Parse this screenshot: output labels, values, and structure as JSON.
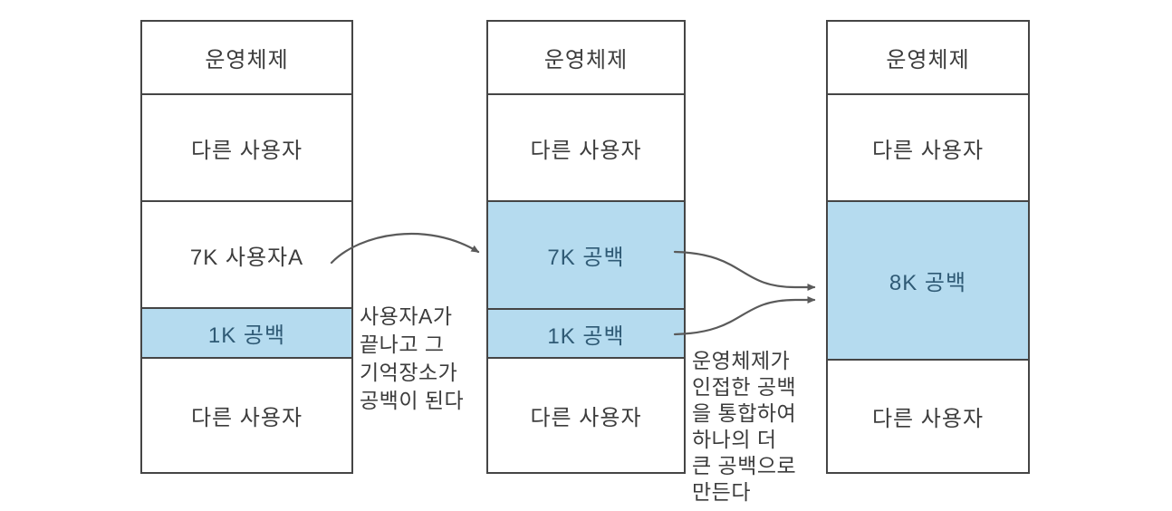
{
  "colors": {
    "background_color": "#ffffff",
    "border_color": "#454545",
    "text_color": "#3c3c3c",
    "free_fill_color": "#b5dbef",
    "free_text_color": "#2f5a75",
    "arrow_color": "#5a5a5a"
  },
  "columns": [
    {
      "name": "memory-map-before",
      "sections": [
        {
          "label": "운영체제",
          "type": "os"
        },
        {
          "label": "다른 사용자",
          "type": "user"
        },
        {
          "label": "7K 사용자A",
          "type": "user"
        },
        {
          "label": "1K 공백",
          "type": "free"
        },
        {
          "label": "다른 사용자",
          "type": "user"
        }
      ]
    },
    {
      "name": "memory-map-after-release",
      "sections": [
        {
          "label": "운영체제",
          "type": "os"
        },
        {
          "label": "다른 사용자",
          "type": "user"
        },
        {
          "label": "7K 공백",
          "type": "free"
        },
        {
          "label": "1K 공백",
          "type": "free"
        },
        {
          "label": "다른 사용자",
          "type": "user"
        }
      ]
    },
    {
      "name": "memory-map-after-merge",
      "sections": [
        {
          "label": "운영체제",
          "type": "os"
        },
        {
          "label": "다른 사용자",
          "type": "user"
        },
        {
          "label": "8K 공백",
          "type": "free"
        },
        {
          "label": "다른 사용자",
          "type": "user"
        }
      ]
    }
  ],
  "annotations": [
    {
      "lines": [
        "사용자A가",
        "끝나고 그",
        "기억장소가",
        "공백이 된다"
      ]
    },
    {
      "lines": [
        "운영체제가",
        "인접한 공백",
        "을 통합하여",
        "하나의 더",
        "큰 공백으로",
        "만든다"
      ]
    }
  ]
}
